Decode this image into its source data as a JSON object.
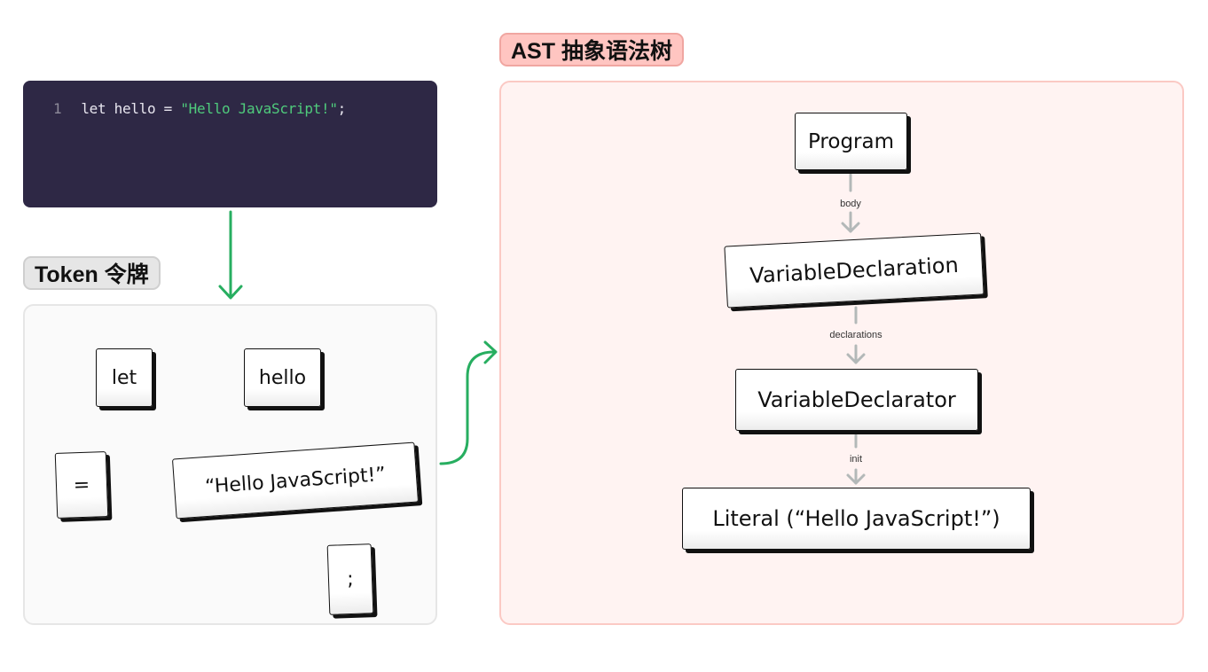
{
  "code_editor": {
    "line_number": "1",
    "code_keyword": "let hello = ",
    "code_string": "\"Hello JavaScript!\"",
    "code_end": ";",
    "string_color": "#4fcb7c",
    "background_color": "#2e2845"
  },
  "token_section": {
    "title": "Token 令牌",
    "tokens": [
      "let",
      "hello",
      "=",
      "“Hello JavaScript!”",
      ";"
    ]
  },
  "ast_section": {
    "title": "AST 抽象语法树",
    "nodes": [
      "Program",
      "VariableDeclaration",
      "VariableDeclarator",
      "Literal (“Hello JavaScript!”)"
    ],
    "edges": [
      "body",
      "declarations",
      "init"
    ]
  },
  "colors": {
    "flow_arrow": "#27ae60",
    "edge_arrow": "#b3b8b8",
    "ast_panel_bg": "#fff3f2",
    "ast_label_bg": "#ffc5c1",
    "token_panel_bg": "#fafafa"
  }
}
